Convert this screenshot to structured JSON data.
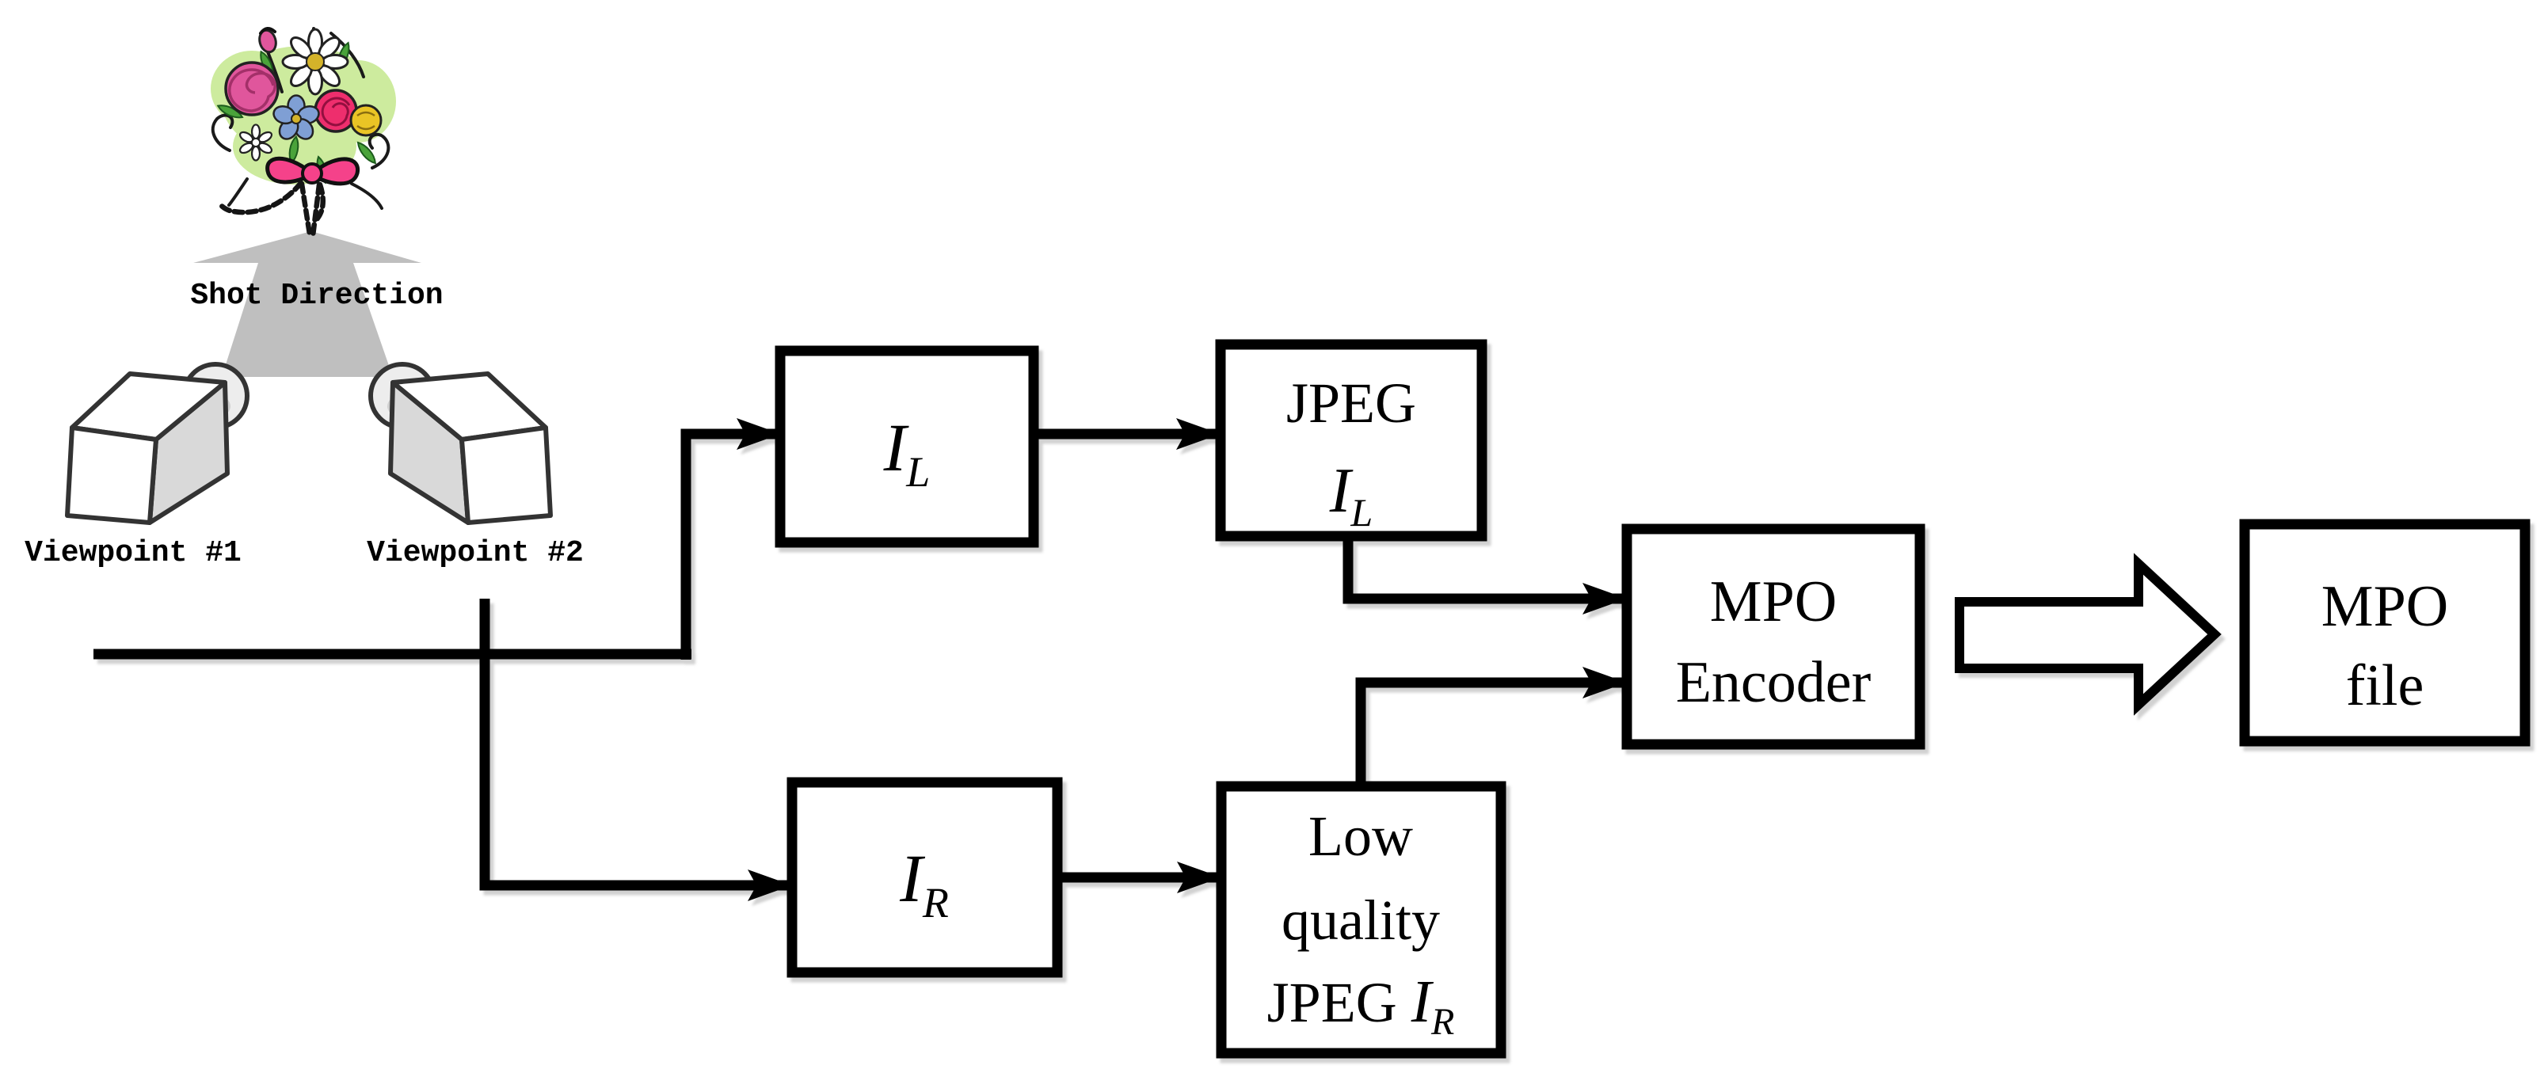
{
  "figure": {
    "title": "Stereo capture to MPO file encoding diagram",
    "shot_direction": {
      "label": "Shot Direction",
      "arrow_color": "#bfbfbf"
    },
    "viewpoint1_label": "Viewpoint #1",
    "viewpoint2_label": "Viewpoint #2",
    "bouquet": {
      "foliage_color": "#cdeb9e",
      "leaf_color": "#4aa33a",
      "rose_pink_color": "#e0569c",
      "rose_pink_swirl_color": "#a33069",
      "rose_red_color": "#ee2e6d",
      "rose_red_swirl_color": "#930f3f",
      "flower_blue_color": "#7f9fd4",
      "flower_yellow_color": "#eac425",
      "flower_center_color": "#d4b32a",
      "bow_color": "#f5428a"
    },
    "camera": {
      "side_color": "#d9d9d9",
      "lens_color": "#ededed"
    }
  },
  "pipeline": {
    "il_box": {
      "symbol": "I",
      "subscript": "L"
    },
    "ir_box": {
      "symbol": "I",
      "subscript": "R"
    },
    "jpeg_il_box": {
      "line1": "JPEG",
      "symbol": "I",
      "subscript": "L"
    },
    "low_quality_box": {
      "line1": "Low",
      "line2": "quality",
      "line3_word": "JPEG",
      "symbol": "I",
      "subscript": "R"
    },
    "mpo_encoder_box": {
      "line1": "MPO",
      "line2": "Encoder"
    },
    "mpo_file_box": {
      "line1": "MPO",
      "line2": "file"
    }
  }
}
